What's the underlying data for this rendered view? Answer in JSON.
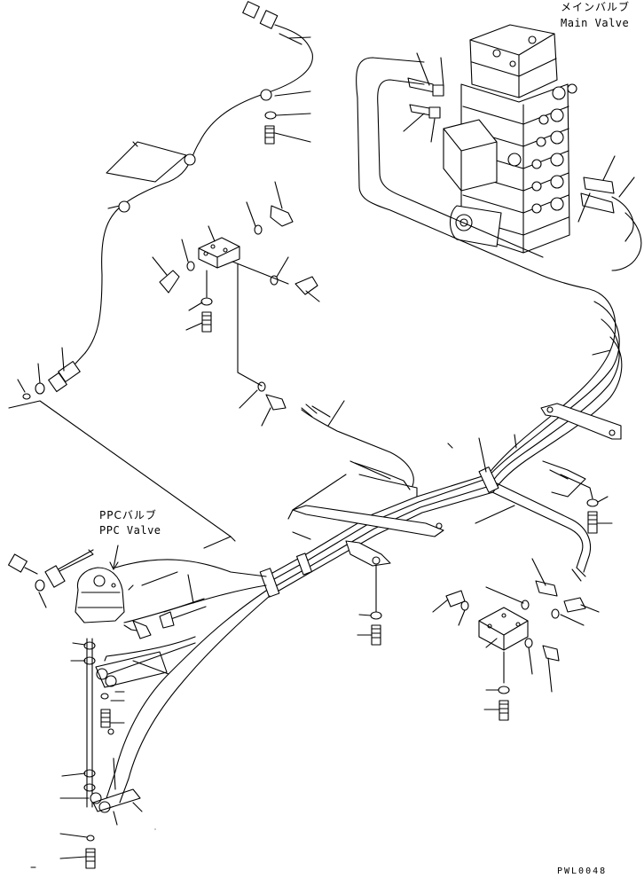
{
  "labels": {
    "main_valve_jp": "メインバルブ",
    "main_valve_en": "Main Valve",
    "ppc_valve_jp": "PPCバルブ",
    "ppc_valve_en": "PPC Valve",
    "drawing_code": "PWL0048"
  },
  "colors": {
    "line": "#000000",
    "background": "#ffffff"
  }
}
